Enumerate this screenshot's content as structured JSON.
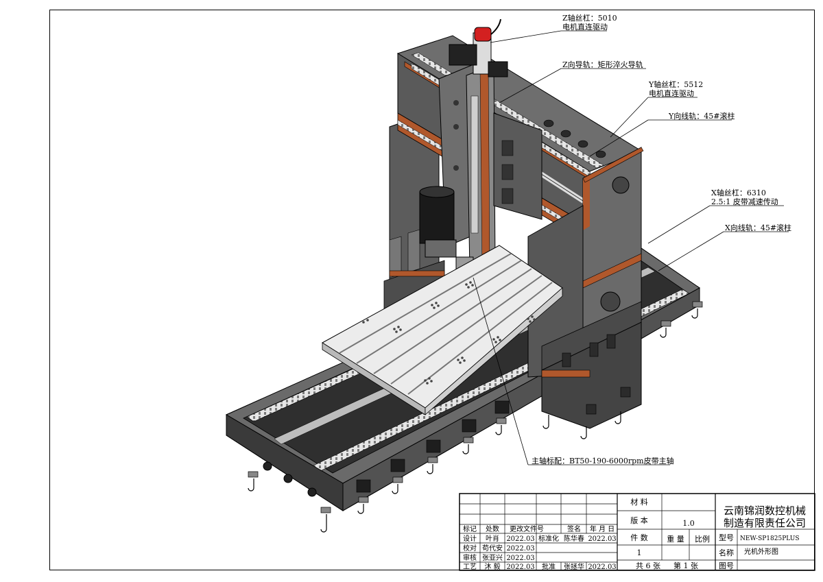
{
  "callouts": {
    "z_screw_1": "Z轴丝杠：5010",
    "z_screw_2": "电机直连驱动",
    "z_guide": "Z向导轨：矩形淬火导轨",
    "y_screw_1": "Y轴丝杠：5512",
    "y_screw_2": "电机直连驱动",
    "y_guide": "Y向线轨：45#滚柱",
    "x_screw_1": "X轴丝杠：6310",
    "x_screw_2": "2.5:1 皮带减速传动",
    "x_guide": "X向线轨：45#滚柱",
    "spindle": "主轴标配：BT50-190-6000rpm皮带主轴"
  },
  "title_block": {
    "material_label": "材 料",
    "version_label": "版 本",
    "version_value": "1.0",
    "pieces_label": "件 数",
    "pieces_value": "1",
    "weight_label": "重 量",
    "scale_label": "比例",
    "company_1": "云南锦润数控机械",
    "company_2": "制造有限责任公司",
    "model_label": "型号",
    "model_value": "NEW-SP1825PLUS",
    "name_label": "名称",
    "name_value": "光机外形图",
    "drawing_no_label": "图号",
    "sheets": "共 6 张",
    "sheet": "第 1 张",
    "rev_headers": [
      "标记",
      "处数",
      "更改文件号",
      "签名",
      "年 月 日"
    ],
    "rows": [
      {
        "role": "设计",
        "name": "叶肖",
        "date": "2022.03",
        "role2": "标准化",
        "name2": "陈华春",
        "date2": "2022.03"
      },
      {
        "role": "校对",
        "name": "苟代安",
        "date": "2022.03"
      },
      {
        "role": "审核",
        "name": "张亚兴",
        "date": "2022.03"
      },
      {
        "role": "工艺",
        "name": "沐 毅",
        "date": "2022.03",
        "role2": "批准",
        "name2": "张拯华",
        "date2": "2022.03"
      }
    ]
  },
  "colors": {
    "casting": "#5b5b5b",
    "casting_dark": "#3c3c3c",
    "casting_light": "#8a8a8a",
    "table": "#e3e3e3",
    "accent_copper": "#b0582c",
    "rail": "#d9d9d9",
    "motor_cap": "#d32020"
  }
}
